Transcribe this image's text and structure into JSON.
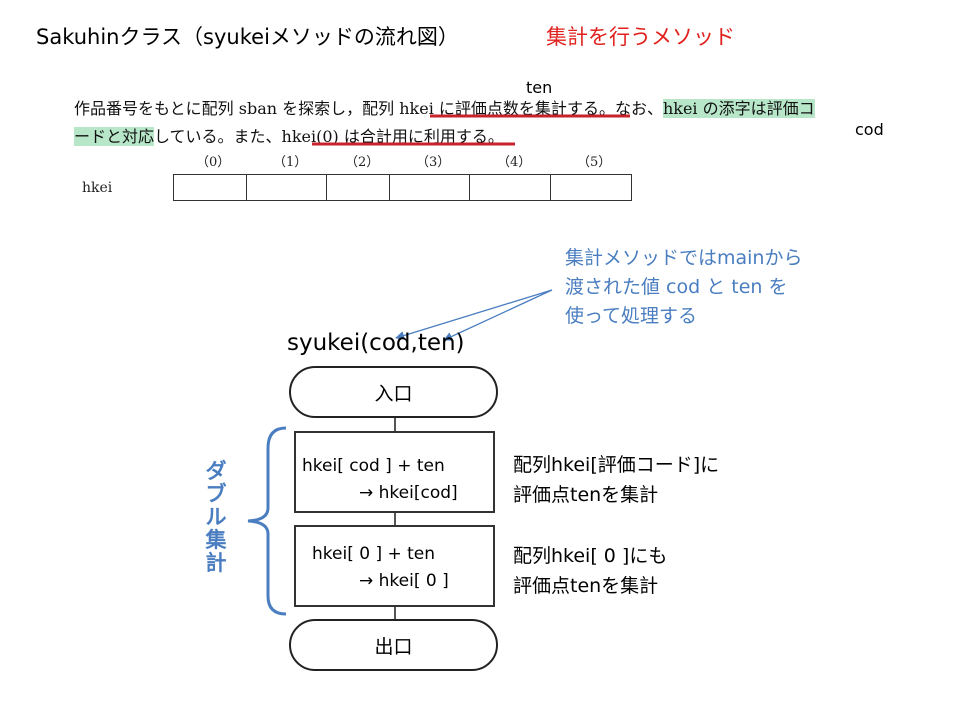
{
  "title": {
    "main": "Sakuhinクラス（syukeiメソッドの流れ図）",
    "sub": "集計を行うメソッド"
  },
  "problem": {
    "line1_a": "作品番号をもとに配列 sban を探索し，配列 ",
    "line1_b": "hkei に評価点数を集計",
    "line1_c": "する。なお、",
    "line1_d": "hkei の添字は評価コ",
    "line2_a": "ードと対応",
    "line2_b": "している。また、",
    "line2_c": "hkei(0)  は合計用に利用",
    "line2_d": "する。",
    "ann_ten": "ten",
    "ann_cod": "cod"
  },
  "array": {
    "label": "hkei",
    "indices": [
      "（0）",
      "（1）",
      "（2）",
      "（3）",
      "（4）",
      "（5）"
    ]
  },
  "note": {
    "line1": "集計メソッドではmainから",
    "line2": "渡された値 cod と ten を",
    "line3": "使って処理する"
  },
  "flow": {
    "signature": "syukei(cod,ten)",
    "start": "入口",
    "p1_line1": "hkei[ cod ] + ten",
    "p1_line2": "→ hkei[cod]",
    "p2_line1": "hkei[ 0 ] + ten",
    "p2_line2": "→ hkei[ 0 ]",
    "end": "出口",
    "p1_desc1": "配列hkei[評価コード]に",
    "p1_desc2": "評価点tenを集計",
    "p2_desc1": "配列hkei[ 0 ]にも",
    "p2_desc2": "評価点tenを集計",
    "double_label": "ダブル集計"
  },
  "colors": {
    "red": "#e0211d",
    "blue": "#4a7ec0",
    "highlight": "#b7e6c8",
    "underline": "#c8232b"
  }
}
